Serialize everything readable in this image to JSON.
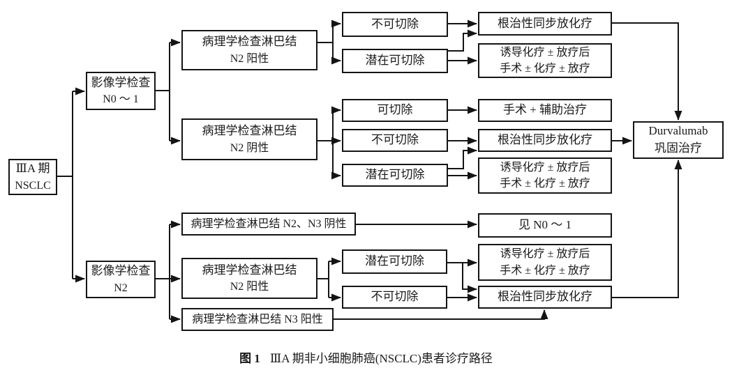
{
  "colors": {
    "line": "#141414",
    "background": "#ffffff"
  },
  "nodes": {
    "stage": {
      "line1": "ⅢA 期",
      "line2": "NSCLC"
    },
    "imaging_n01": {
      "line1": "影像学检查",
      "line2": "N0 ～ 1"
    },
    "imaging_n2": {
      "line1": "影像学检查",
      "line2": "N2"
    },
    "path_n2_pos_top": {
      "line1": "病理学检查淋巴结",
      "line2": "N2 阳性"
    },
    "path_n2_neg": {
      "line1": "病理学检查淋巴结",
      "line2": "N2 阴性"
    },
    "path_n2_n3_neg": {
      "line1": "病理学检查淋巴结 N2、N3 阴性"
    },
    "path_n2_pos_bottom": {
      "line1": "病理学检查淋巴结",
      "line2": "N2 阳性"
    },
    "path_n3_pos": {
      "line1": "病理学检查淋巴结 N3 阳性"
    },
    "unresectable_top": {
      "line1": "不可切除"
    },
    "potentially_resectable_top": {
      "line1": "潜在可切除"
    },
    "resectable_mid": {
      "line1": "可切除"
    },
    "unresectable_mid": {
      "line1": "不可切除"
    },
    "potentially_resectable_mid": {
      "line1": "潜在可切除"
    },
    "potentially_resectable_bottom": {
      "line1": "潜在可切除"
    },
    "unresectable_bottom": {
      "line1": "不可切除"
    },
    "crt_top": {
      "line1": "根治性同步放化疗"
    },
    "induction_top": {
      "line1": "诱导化疗 ± 放疗后",
      "line2": "手术 ± 化疗 ± 放疗"
    },
    "surgery_adjuvant": {
      "line1": "手术 + 辅助治疗"
    },
    "crt_mid": {
      "line1": "根治性同步放化疗"
    },
    "induction_mid": {
      "line1": "诱导化疗 ± 放疗后",
      "line2": "手术 ± 化疗 ± 放疗"
    },
    "see_n01": {
      "line1": "见 N0 ～ 1"
    },
    "induction_bottom": {
      "line1": "诱导化疗 ± 放疗后",
      "line2": "手术 ± 化疗 ± 放疗"
    },
    "crt_bottom": {
      "line1": "根治性同步放化疗"
    },
    "durvalumab": {
      "line1": "Durvalumab",
      "line2": "巩固治疗"
    }
  },
  "caption": {
    "label": "图 1",
    "text": "ⅢA 期非小细胞肺癌(NSCLC)患者诊疗路径"
  }
}
